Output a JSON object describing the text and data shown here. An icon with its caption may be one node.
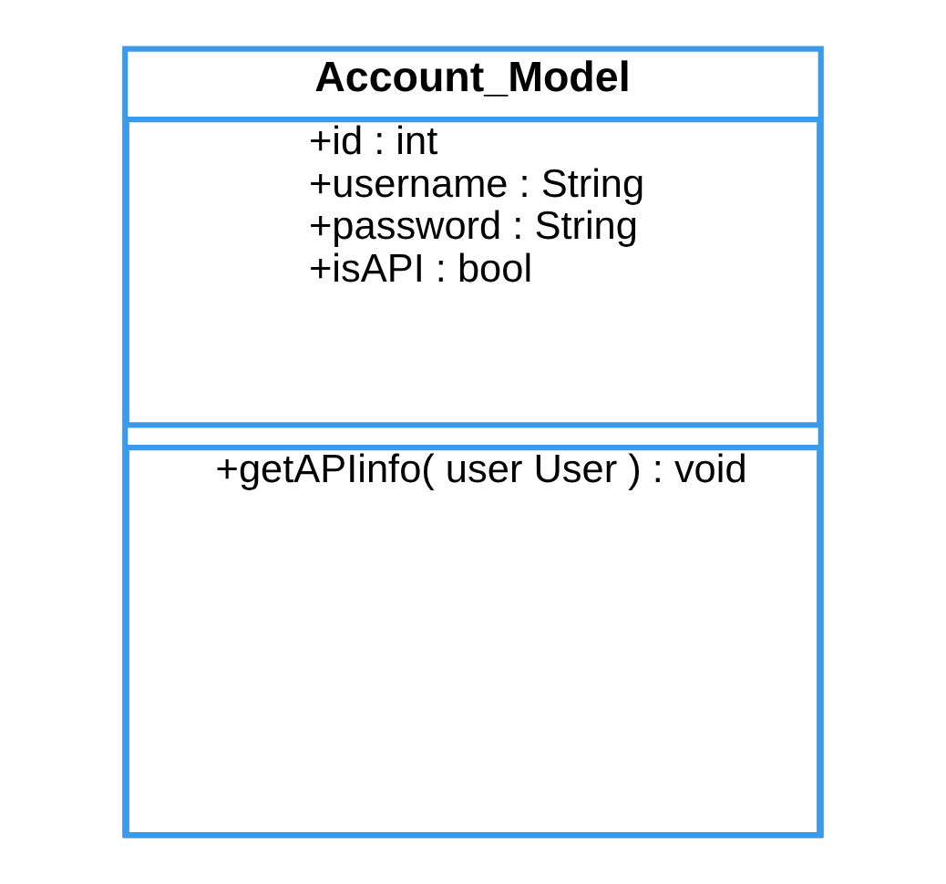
{
  "diagram": {
    "nodes": [
      {
        "text": [
          "Account_Model"
        ]
      },
      {
        "text": [
          "+id : int",
          "+username : String",
          "+password : String",
          "+isAPI : bool"
        ],
        "in": 0
      },
      {
        "text": [
          "+getAPIinfo( user User ) : void"
        ],
        "in": 0
      }
    ]
  }
}
